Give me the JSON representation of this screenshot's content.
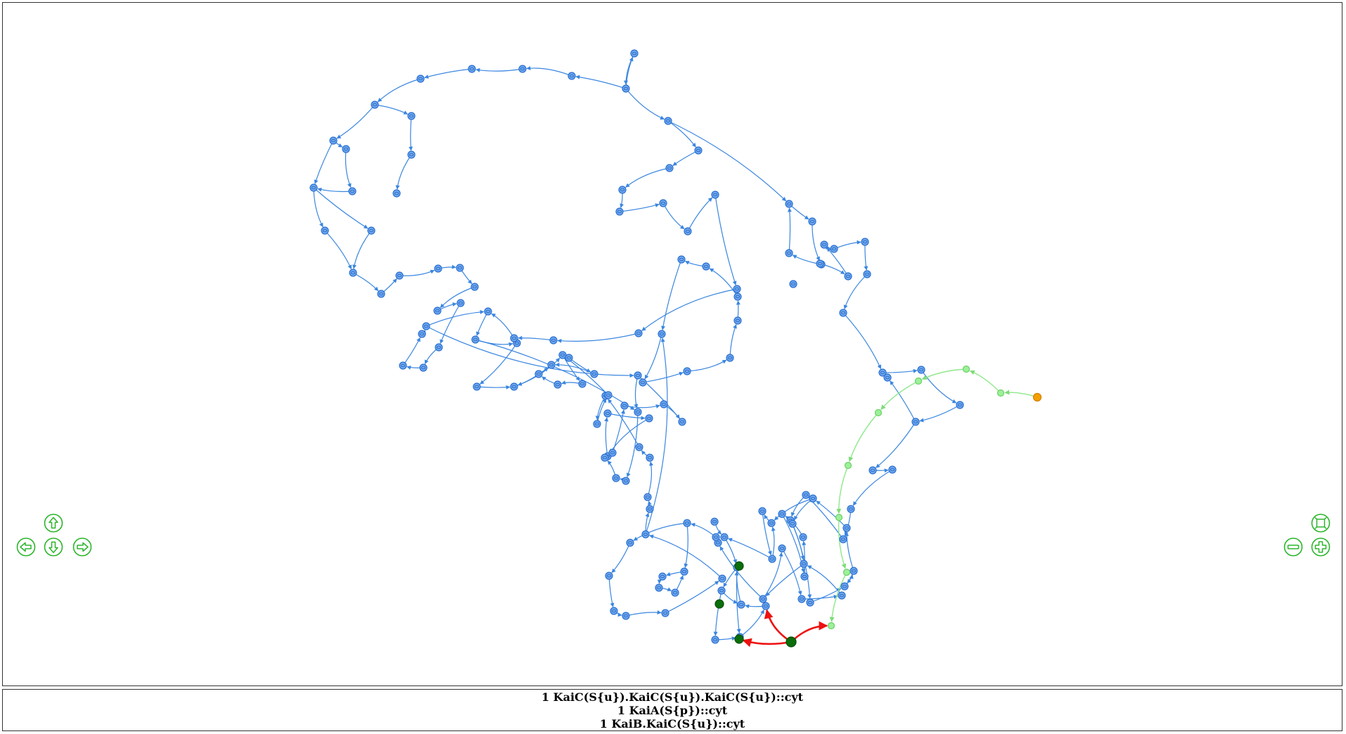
{
  "state_labels": [
    "1 KaiC(S{u}).KaiC(S{u}).KaiC(S{u})::cyt",
    "1 KaiA(S{p})::cyt",
    "1 KaiB.KaiC(S{u})::cyt"
  ],
  "controls": {
    "pan_up": "arrow-up-icon",
    "pan_left": "arrow-left-icon",
    "pan_down": "arrow-down-icon",
    "pan_right": "arrow-right-icon",
    "fit": "fit-screen-icon",
    "zoom_out": "minus-icon",
    "zoom_in": "plus-icon"
  },
  "colors": {
    "node_blue": "#6fa8f0",
    "edge_blue": "#3a86e0",
    "path_green": "#8fe88a",
    "current_node": "#0a6e0a",
    "transition_red": "#ee1111",
    "start_node": "#f5a000",
    "control_green": "#2bb52b"
  }
}
